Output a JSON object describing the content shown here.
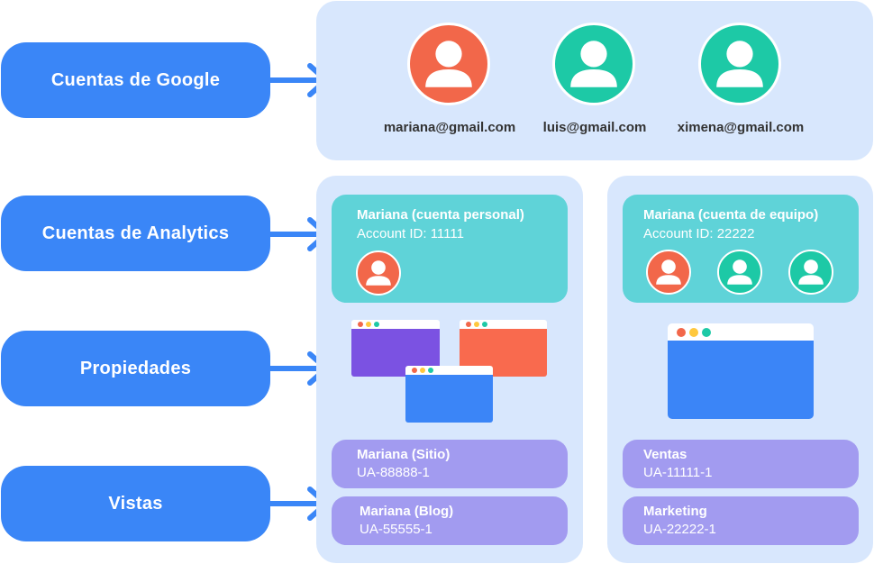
{
  "labels": {
    "google": "Cuentas de Google",
    "analytics": "Cuentas de Analytics",
    "properties": "Propiedades",
    "views": "Vistas"
  },
  "google_accounts": [
    {
      "email": "mariana@gmail.com",
      "color": "#f2674a"
    },
    {
      "email": "luis@gmail.com",
      "color": "#1dc9a6"
    },
    {
      "email": "ximena@gmail.com",
      "color": "#1dc9a6"
    }
  ],
  "analytics_accounts": [
    {
      "name": "Mariana (cuenta personal)",
      "account_id": "Account ID: 11111"
    },
    {
      "name": "Mariana (cuenta de equipo)",
      "account_id": "Account ID: 22222"
    }
  ],
  "views": {
    "left": [
      {
        "name": "Mariana (Sitio)",
        "id": "UA-88888-1"
      },
      {
        "name": "Mariana (Blog)",
        "id": "UA-55555-1"
      }
    ],
    "right": [
      {
        "name": "Ventas",
        "id": "UA-11111-1"
      },
      {
        "name": "Marketing",
        "id": "UA-22222-1"
      }
    ]
  },
  "colors": {
    "label_blue": "#3a86f7",
    "panel": "#d8e7fd",
    "teal_card": "#5fd3d8",
    "view_card": "#a29bf0",
    "coral": "#f2674a",
    "green": "#1dc9a6",
    "window_purple": "#7b52e2",
    "window_coral": "#f96a4e",
    "window_blue": "#3b85f7"
  },
  "icons": {
    "person": "person-icon",
    "arrow": "arrow-right-icon",
    "window_dots": [
      "#f2674a",
      "#ffc83d",
      "#1dc9a6"
    ]
  }
}
